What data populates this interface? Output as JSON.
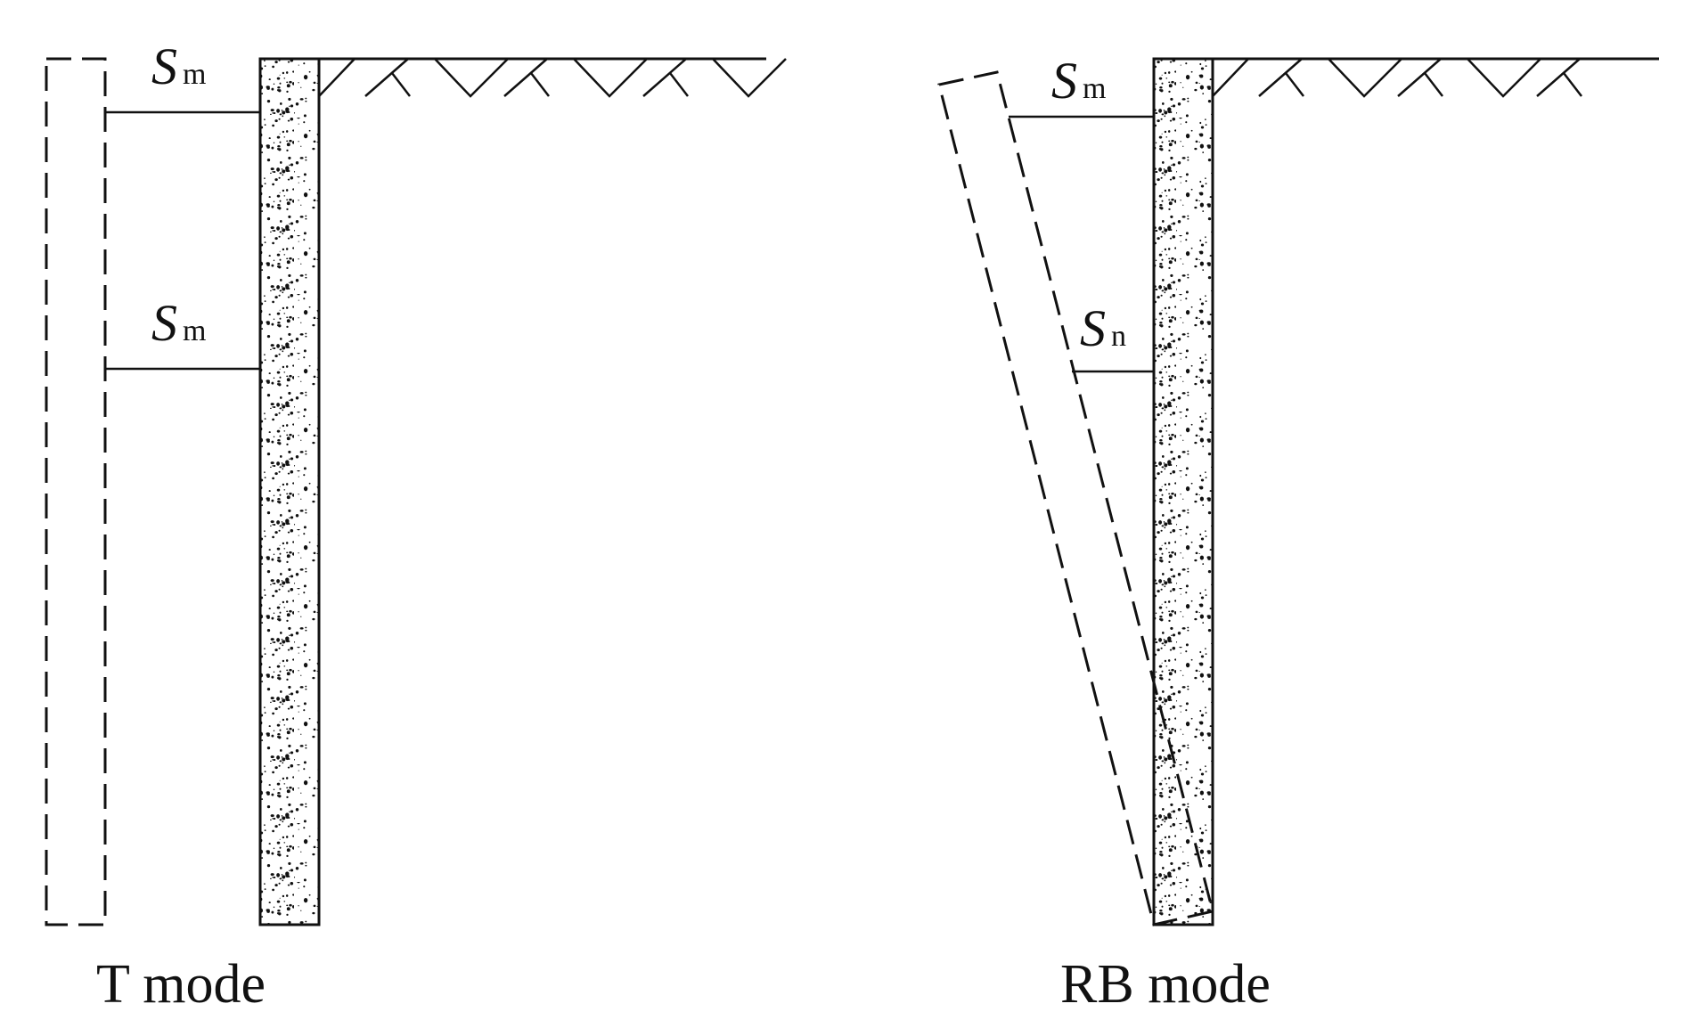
{
  "colors": {
    "ink": "#111111",
    "background": "#ffffff"
  },
  "panels": [
    {
      "id": "t-mode",
      "caption": "T mode",
      "upper_label": {
        "symbol": "S",
        "subscript": "m"
      },
      "lower_label": {
        "symbol": "S",
        "subscript": "m"
      }
    },
    {
      "id": "rb-mode",
      "caption": "RB mode",
      "upper_label": {
        "symbol": "S",
        "subscript": "m"
      },
      "lower_label": {
        "symbol": "S",
        "subscript": "n"
      }
    }
  ]
}
